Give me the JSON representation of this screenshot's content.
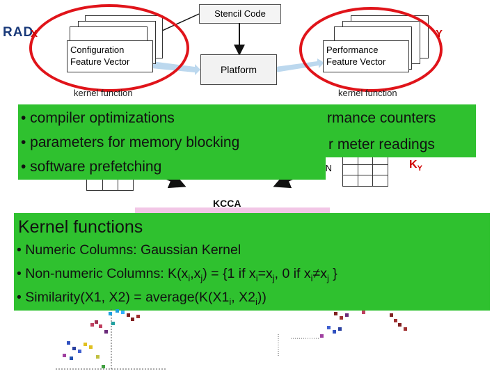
{
  "logo_text": "RAD",
  "stencil_label": "Stencil Code",
  "platform_label": "Platform",
  "config_card": {
    "line1": "Configuration",
    "line2": "Feature Vector"
  },
  "perf_card": {
    "line1": "Performance",
    "line2": "Feature Vector"
  },
  "x_tag": "X",
  "y_tag": "Y",
  "kernel_function_label": "kernel function",
  "left_bullets": [
    "• compiler optimizations",
    "• parameters for memory blocking",
    "• software prefetching"
  ],
  "right_fragments": [
    "rmance counters",
    "r meter readings"
  ],
  "ky_label": "K",
  "ky_sub": "Y",
  "nxn_fragment": ":N",
  "kcca_label": "KCCA",
  "kernel_functions": {
    "title": "Kernel functions",
    "items": [
      "• Numeric Columns: Gaussian Kernel",
      "• Non-numeric Columns: K(x_i,x_j) = {1 if x_i=x_j, 0 if x_i≠x_j }",
      "• Similarity(X1, X2) = average(K(X1_i, X2_i))"
    ]
  },
  "colors": {
    "red": "#e0141a",
    "green": "#2fc12f",
    "kcca_pink": "#f2c6e6",
    "arrow_blue": "#bcd8ee"
  }
}
